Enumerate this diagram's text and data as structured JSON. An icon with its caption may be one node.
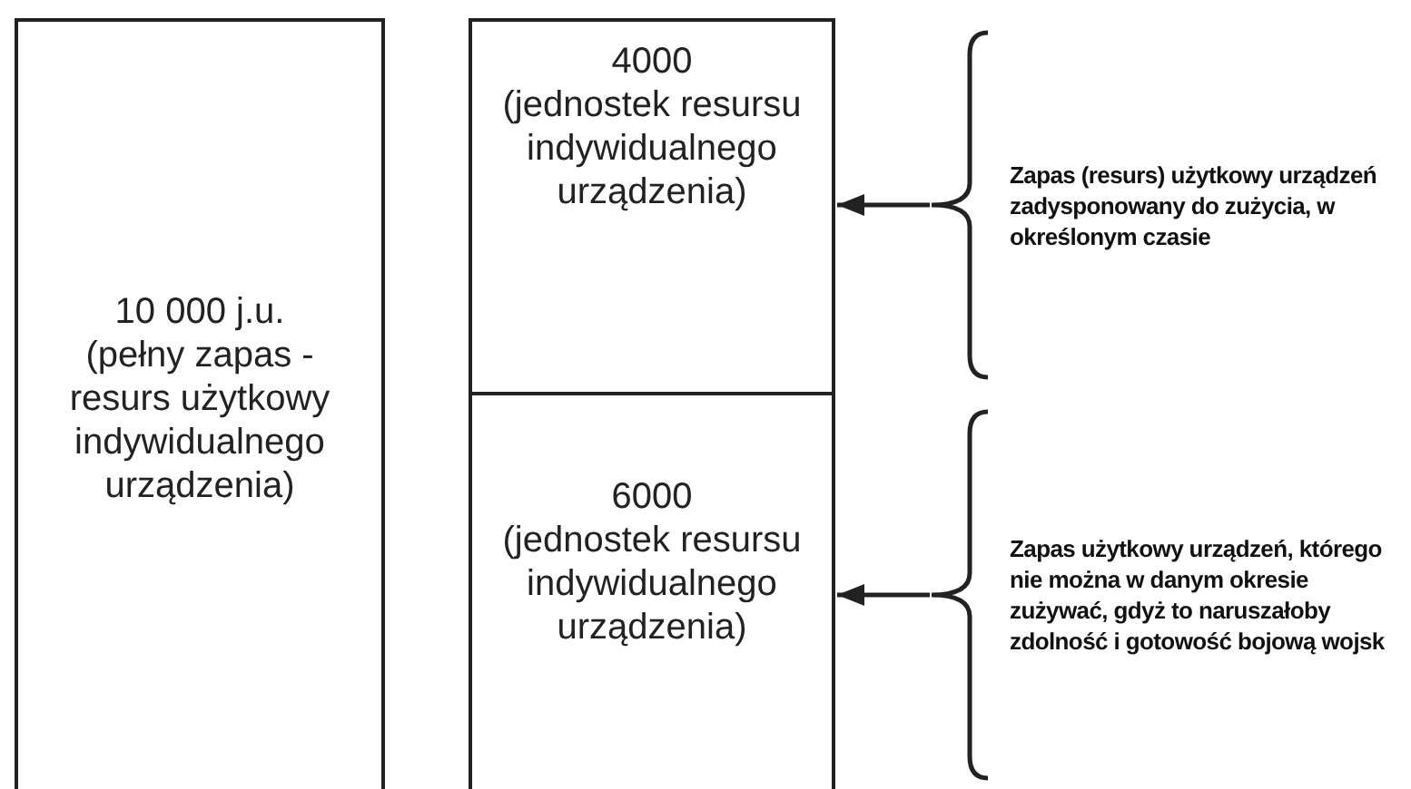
{
  "diagram": {
    "nodes": [
      {
        "text": [
          "10 000 j.u.",
          "(pełny zapas - resurs użytkowy indywidualnego urządzenia)"
        ]
      },
      {
        "text": [
          "4000",
          "(jednostek resursu indywidualnego urządzenia)"
        ]
      },
      {
        "text": [
          "6000",
          "(jednostek resursu indywidualnego urządzenia)"
        ]
      },
      {
        "text": [
          "Zapas (resurs) użytkowy urządzeń zadysponowany do zużycia, w określonym czasie"
        ]
      },
      {
        "text": [
          "Zapas użytkowy urządzeń, którego nie można w danym okresie zużywać, gdyż to naruszałoby zdolność i gotowość bojową wojsk"
        ]
      }
    ],
    "edges": [
      {
        "from": 3,
        "to": 1,
        "arrow": "to"
      },
      {
        "from": 4,
        "to": 2,
        "arrow": "to"
      }
    ]
  }
}
